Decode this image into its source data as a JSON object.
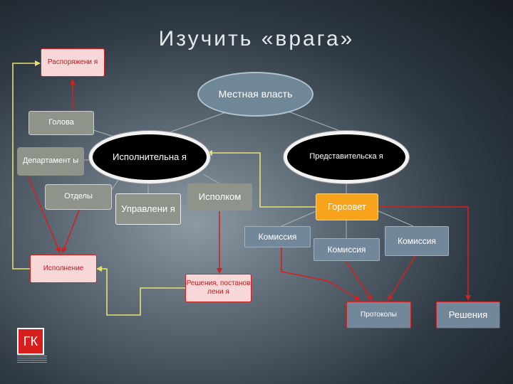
{
  "title": "Изучить «врага»",
  "nodes": {
    "rasporyazheniya": "Распоряжени я",
    "mestnaya_vlast": "Местная власть",
    "golova": "Голова",
    "departamenty": "Департамент ы",
    "ispolnitelnaya": "Исполнительна я",
    "predstavitelskaya": "Представительска я",
    "otdely": "Отделы",
    "upravleniya": "Управлени я",
    "ispolkom": "Исполком",
    "gorsovet": "Горсовет",
    "komissiya_1": "Комиссия",
    "komissiya_2": "Комиссия",
    "komissiya_3": "Комиссия",
    "ispolnenie": "Исполнение",
    "resheniya_postanovleniya": "Решения, постановлени я",
    "protokoly": "Протоколы",
    "resheniya": "Решения"
  },
  "logo": {
    "text": "ГК"
  },
  "colors": {
    "red_arrow": "#d42020",
    "yellow_wire": "#e8e070",
    "gray_line": "#a0a8b0",
    "orange": "#f7a41c"
  }
}
